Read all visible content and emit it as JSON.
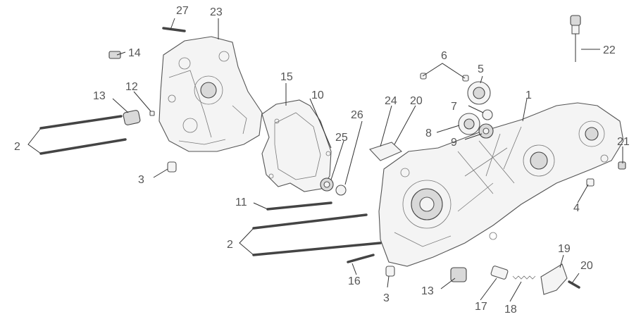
{
  "callouts": [
    {
      "label": "1"
    },
    {
      "label": "2"
    },
    {
      "label": "2"
    },
    {
      "label": "3"
    },
    {
      "label": "3"
    },
    {
      "label": "4"
    },
    {
      "label": "5"
    },
    {
      "label": "6"
    },
    {
      "label": "7"
    },
    {
      "label": "8"
    },
    {
      "label": "9"
    },
    {
      "label": "10"
    },
    {
      "label": "11"
    },
    {
      "label": "12"
    },
    {
      "label": "13"
    },
    {
      "label": "13"
    },
    {
      "label": "14"
    },
    {
      "label": "15"
    },
    {
      "label": "16"
    },
    {
      "label": "17"
    },
    {
      "label": "18"
    },
    {
      "label": "19"
    },
    {
      "label": "20"
    },
    {
      "label": "20"
    },
    {
      "label": "21"
    },
    {
      "label": "22"
    },
    {
      "label": "23"
    },
    {
      "label": "24"
    },
    {
      "label": "25"
    },
    {
      "label": "26"
    },
    {
      "label": "27"
    }
  ]
}
